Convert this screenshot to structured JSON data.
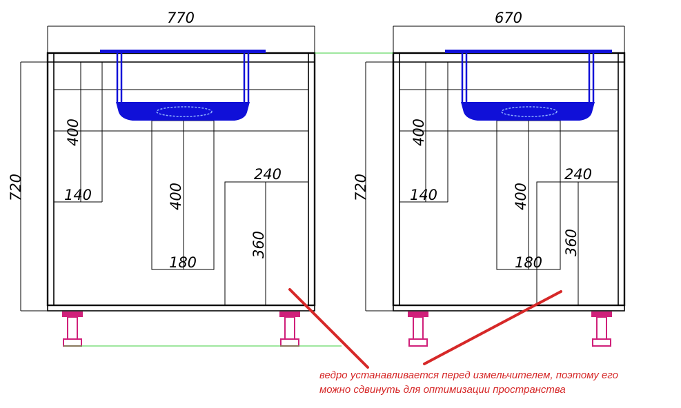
{
  "left_cabinet": {
    "width_label": "770",
    "height_label": "720",
    "shelf_height_label": "400",
    "shelf_depth_label": "140",
    "shredder_height_label": "400",
    "shredder_width_label": "180",
    "bucket_width_label": "240",
    "bucket_height_label": "360"
  },
  "right_cabinet": {
    "width_label": "670",
    "height_label": "720",
    "shelf_height_label": "400",
    "shelf_depth_label": "140",
    "shredder_height_label": "400",
    "shredder_width_label": "180",
    "bucket_width_label": "240",
    "bucket_height_label": "360"
  },
  "annotation": {
    "line1": "ведро устанавливается перед измельчителем, поэтому его",
    "line2": "можно сдвинуть для оптимизации пространства"
  },
  "colors": {
    "sink": "#1010d8",
    "legs": "#d0207a",
    "guide_line": "#3fcf3f",
    "annotation": "#d62828"
  }
}
